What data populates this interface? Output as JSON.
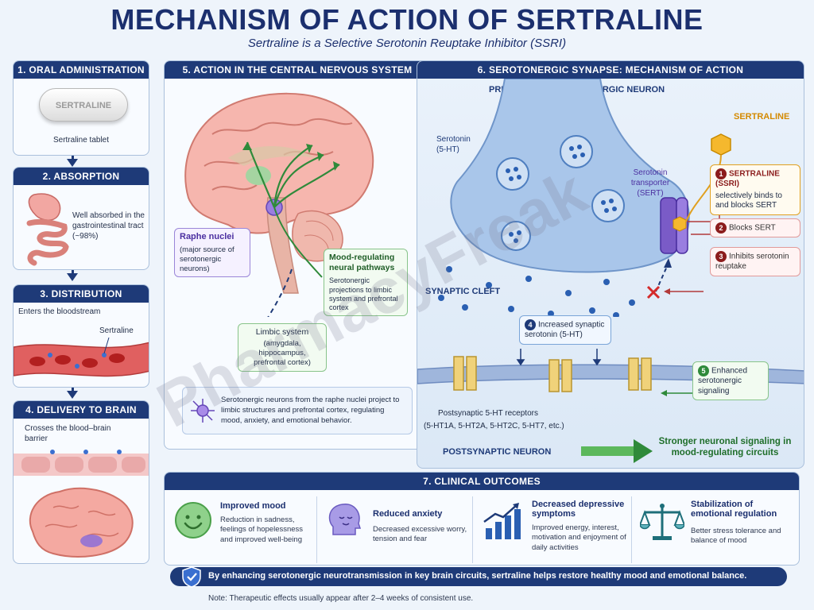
{
  "header": {
    "title": "MECHANISM OF ACTION OF SERTRALINE",
    "subtitle": "Sertraline is a Selective Serotonin Reuptake Inhibitor (SSRI)"
  },
  "step1": {
    "title": "1. ORAL ADMINISTRATION",
    "tablet_text": "SERTRALINE",
    "caption": "Sertraline tablet"
  },
  "step2": {
    "title": "2. ABSORPTION",
    "text": "Well absorbed in the gastrointestinal tract (~98%)"
  },
  "step3": {
    "title": "3. DISTRIBUTION",
    "text": "Enters the bloodstream",
    "label": "Sertraline"
  },
  "step4": {
    "title": "4. DELIVERY TO BRAIN",
    "text": "Crosses the blood–brain barrier"
  },
  "step5": {
    "title": "5. ACTION IN THE CENTRAL NERVOUS SYSTEM",
    "raphe_title": "Raphe nuclei",
    "raphe_text": "(major source of serotonergic neurons)",
    "mood_title": "Mood-regulating neural pathways",
    "mood_text": "Serotonergic projections to limbic system and prefrontal cortex",
    "limbic_title": "Limbic system",
    "limbic_text": "(amygdala, hippocampus, prefrontal cortex)",
    "summary": "Serotonergic neurons from the raphe nuclei project to limbic structures and prefrontal cortex, regulating mood, anxiety, and emotional behavior."
  },
  "step6": {
    "title": "6. SEROTONERGIC SYNAPSE: MECHANISM OF ACTION",
    "presynaptic": "PRESYNAPTIC SEROTONERGIC NEURON",
    "serotonin_label": "Serotonin (5-HT)",
    "sert_label": "Serotonin transporter (SERT)",
    "sertraline_label": "SERTRALINE",
    "callout1_title": "SERTRALINE (SSRI)",
    "callout1_text": "selectively binds to and blocks SERT",
    "callout2": "Blocks SERT",
    "callout3": "Inhibits serotonin reuptake",
    "synaptic_cleft": "SYNAPTIC CLEFT",
    "callout4": "Increased synaptic serotonin (5-HT)",
    "callout5": "Enhanced serotonergic signaling",
    "receptors_title": "Postsynaptic 5-HT receptors",
    "receptors_list": "(5-HT1A, 5-HT2A, 5-HT2C, 5-HT7, etc.)",
    "postsynaptic": "POSTSYNAPTIC NEURON",
    "signaling": "Stronger neuronal signaling in mood-regulating circuits",
    "num1": "1",
    "num2": "2",
    "num3": "3",
    "num4": "4",
    "num5": "5"
  },
  "step7": {
    "title": "7. CLINICAL OUTCOMES",
    "outcomes": [
      {
        "title": "Improved mood",
        "text": "Reduction in sadness, feelings of hopelessness and improved well-being"
      },
      {
        "title": "Reduced anxiety",
        "text": "Decreased excessive worry, tension and fear"
      },
      {
        "title": "Decreased depressive symptoms",
        "text": "Improved energy, interest, motivation and enjoyment of daily activities"
      },
      {
        "title": "Stabilization of emotional regulation",
        "text": "Better stress tolerance and balance of mood"
      }
    ]
  },
  "footer": {
    "banner": "By enhancing serotonergic neurotransmission in key brain circuits, sertraline helps restore healthy mood and emotional balance.",
    "note": "Note: Therapeutic effects usually appear after 2–4 weeks of consistent use."
  },
  "watermark": "PharmacyFreak"
}
